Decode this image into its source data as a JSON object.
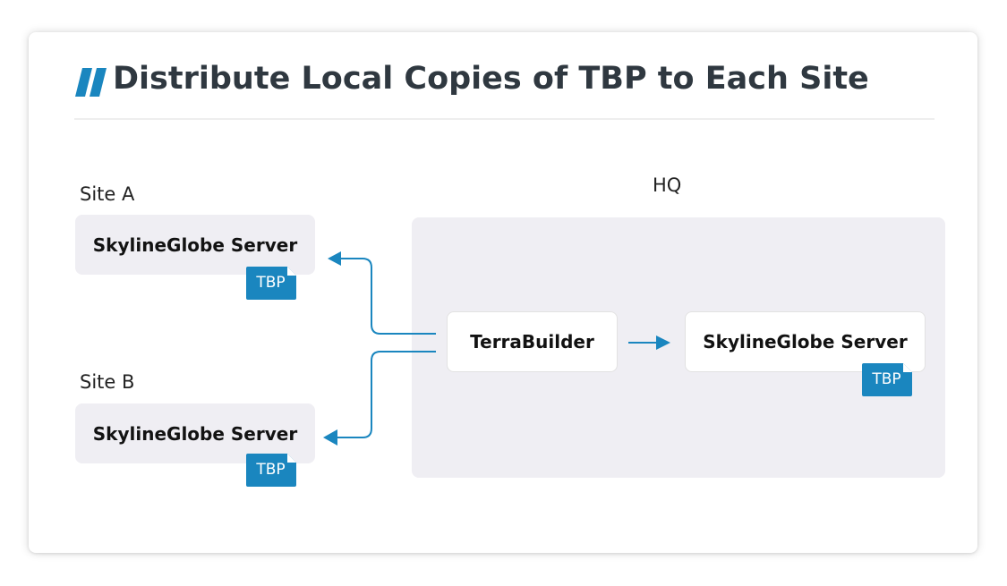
{
  "page": {
    "title": "Distribute Local Copies of TBP to Each Site"
  },
  "colors": {
    "accent": "#1a86bf",
    "panel": "#efeef3",
    "title_text": "#2f3840"
  },
  "icons": {
    "title": "double-slash-icon"
  },
  "site_a": {
    "label": "Site A",
    "server_label": "SkylineGlobe Server",
    "badge": "TBP"
  },
  "site_b": {
    "label": "Site B",
    "server_label": "SkylineGlobe Server",
    "badge": "TBP"
  },
  "hq": {
    "label": "HQ",
    "builder_label": "TerraBuilder",
    "server_label": "SkylineGlobe Server",
    "badge": "TBP"
  }
}
